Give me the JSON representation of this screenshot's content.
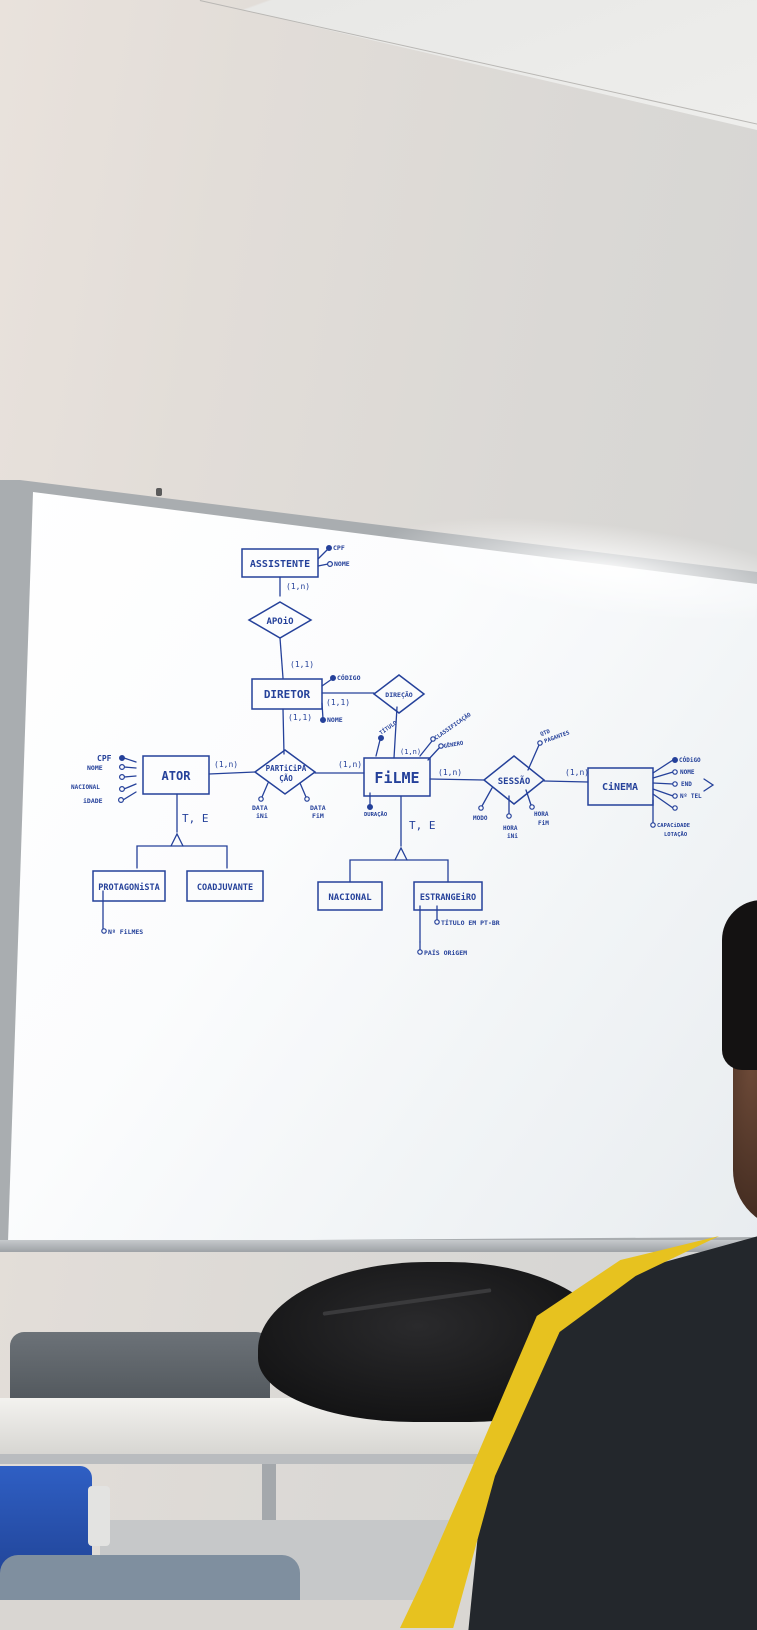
{
  "diagram": {
    "entities": {
      "assistente": "ASSISTENTE",
      "diretor": "DIRETOR",
      "ator": "ATOR",
      "filme": "FiLME",
      "cinema": "CiNEMA",
      "protagonista": "PROTAGONiSTA",
      "coadjuvante": "COADJUVANTE",
      "nacional": "NACIONAL",
      "estrangeiro": "ESTRANGEiRO"
    },
    "relationships": {
      "apoio": "APOiO",
      "direcao": "DIREÇÃO",
      "participacao_1": "PARTiCiPA",
      "participacao_2": "ÇÃO",
      "sessao": "SESSÃO"
    },
    "cardinalities": {
      "assistente_apoio": "(1,n)",
      "apoio_diretor": "(1,1)",
      "diretor_direcao": "(1,1)",
      "diretor_participacao": "(1,1)",
      "ator_participacao": "(1,n)",
      "participacao_filme": "(1,n)",
      "filme_direcao": "(1,n)",
      "filme_sessao": "(1,n)",
      "sessao_cinema": "(1,n)"
    },
    "attributes": {
      "assistente_cpf": "CPF",
      "assistente_nome": "NOME",
      "diretor_codigo": "CÓDIGO",
      "diretor_nome": "NOME",
      "ator_cpf": "CPF",
      "ator_nome": "NOME",
      "ator_nacional": "NACIONAL",
      "ator_idade": "iDADE",
      "part_data_ini_1": "DATA",
      "part_data_ini_2": "iNi",
      "part_data_fim_1": "DATA",
      "part_data_fim_2": "FiM",
      "filme_titulo": "TÍTULO",
      "filme_classificacao": "CLASSIFICAÇÃO",
      "filme_genero": "GÊNERO",
      "filme_duracao": "DURAÇÃO",
      "sessao_qtd_pagantes_1": "QTD",
      "sessao_qtd_pagantes_2": "PAGANTES",
      "sessao_modo": "MODO",
      "sessao_hora_ini_1": "HORA",
      "sessao_hora_ini_2": "iNi",
      "sessao_hora_fim_1": "HORA",
      "sessao_hora_fim_2": "FiM",
      "cinema_codigo": "CÓDiGO",
      "cinema_nome": "NOME",
      "cinema_end": "END",
      "cinema_tel": "Nº TEL",
      "cinema_capacidade_1": "CAPACiDADE",
      "cinema_capacidade_2": "LOTAÇÃO",
      "protagonista_filmes": "Nº FiLMES",
      "estrangeiro_titulo": "TÍTULO EM PT-BR",
      "estrangeiro_pais": "PAÍS ORiGEM"
    },
    "specialization": {
      "ator": "T, E",
      "filme": "T, E"
    }
  },
  "colors": {
    "marker": "#25419a",
    "board": "#fbfcfd",
    "frame": "#a9adb0",
    "jacket": "#e7c21f"
  }
}
